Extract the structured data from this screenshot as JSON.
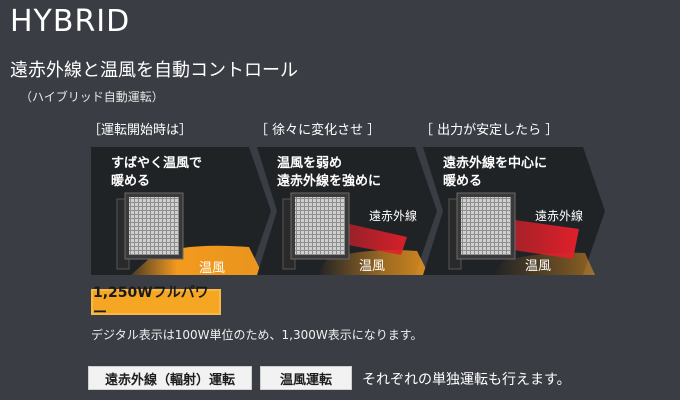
{
  "header": {
    "title": "HYBRID",
    "subtitle": "遠赤外線と温風を自動コントロール",
    "note": "（ハイブリッド自動運転）"
  },
  "stages": [
    {
      "label": "［運転開始時は］",
      "text": "すばやく温風で\n暖める",
      "warm_label": "温風"
    },
    {
      "label": "［ 徐々に変化させ ］",
      "text": "温風を弱め\n遠赤外線を強めに",
      "ir_label": "遠赤外線",
      "warm_label": "温風"
    },
    {
      "label": "［ 出力が安定したら ］",
      "text": "遠赤外線を中心に\n暖める",
      "ir_label": "遠赤外線",
      "warm_label": "温風"
    }
  ],
  "power_badge": "1,250Wフルパワー",
  "digital_note": "デジタル表示は100W単位のため、1,300W表示になります。",
  "modes": {
    "ir_mode": "遠赤外線（輻射）運転",
    "warm_mode": "温風運転",
    "note": "それぞれの単独運転も行えます。"
  },
  "colors": {
    "background": "#3a3e44",
    "panel": "#202326",
    "warm": "#f39a1e",
    "infrared": "#e0202a",
    "badge": "#f5a623"
  }
}
